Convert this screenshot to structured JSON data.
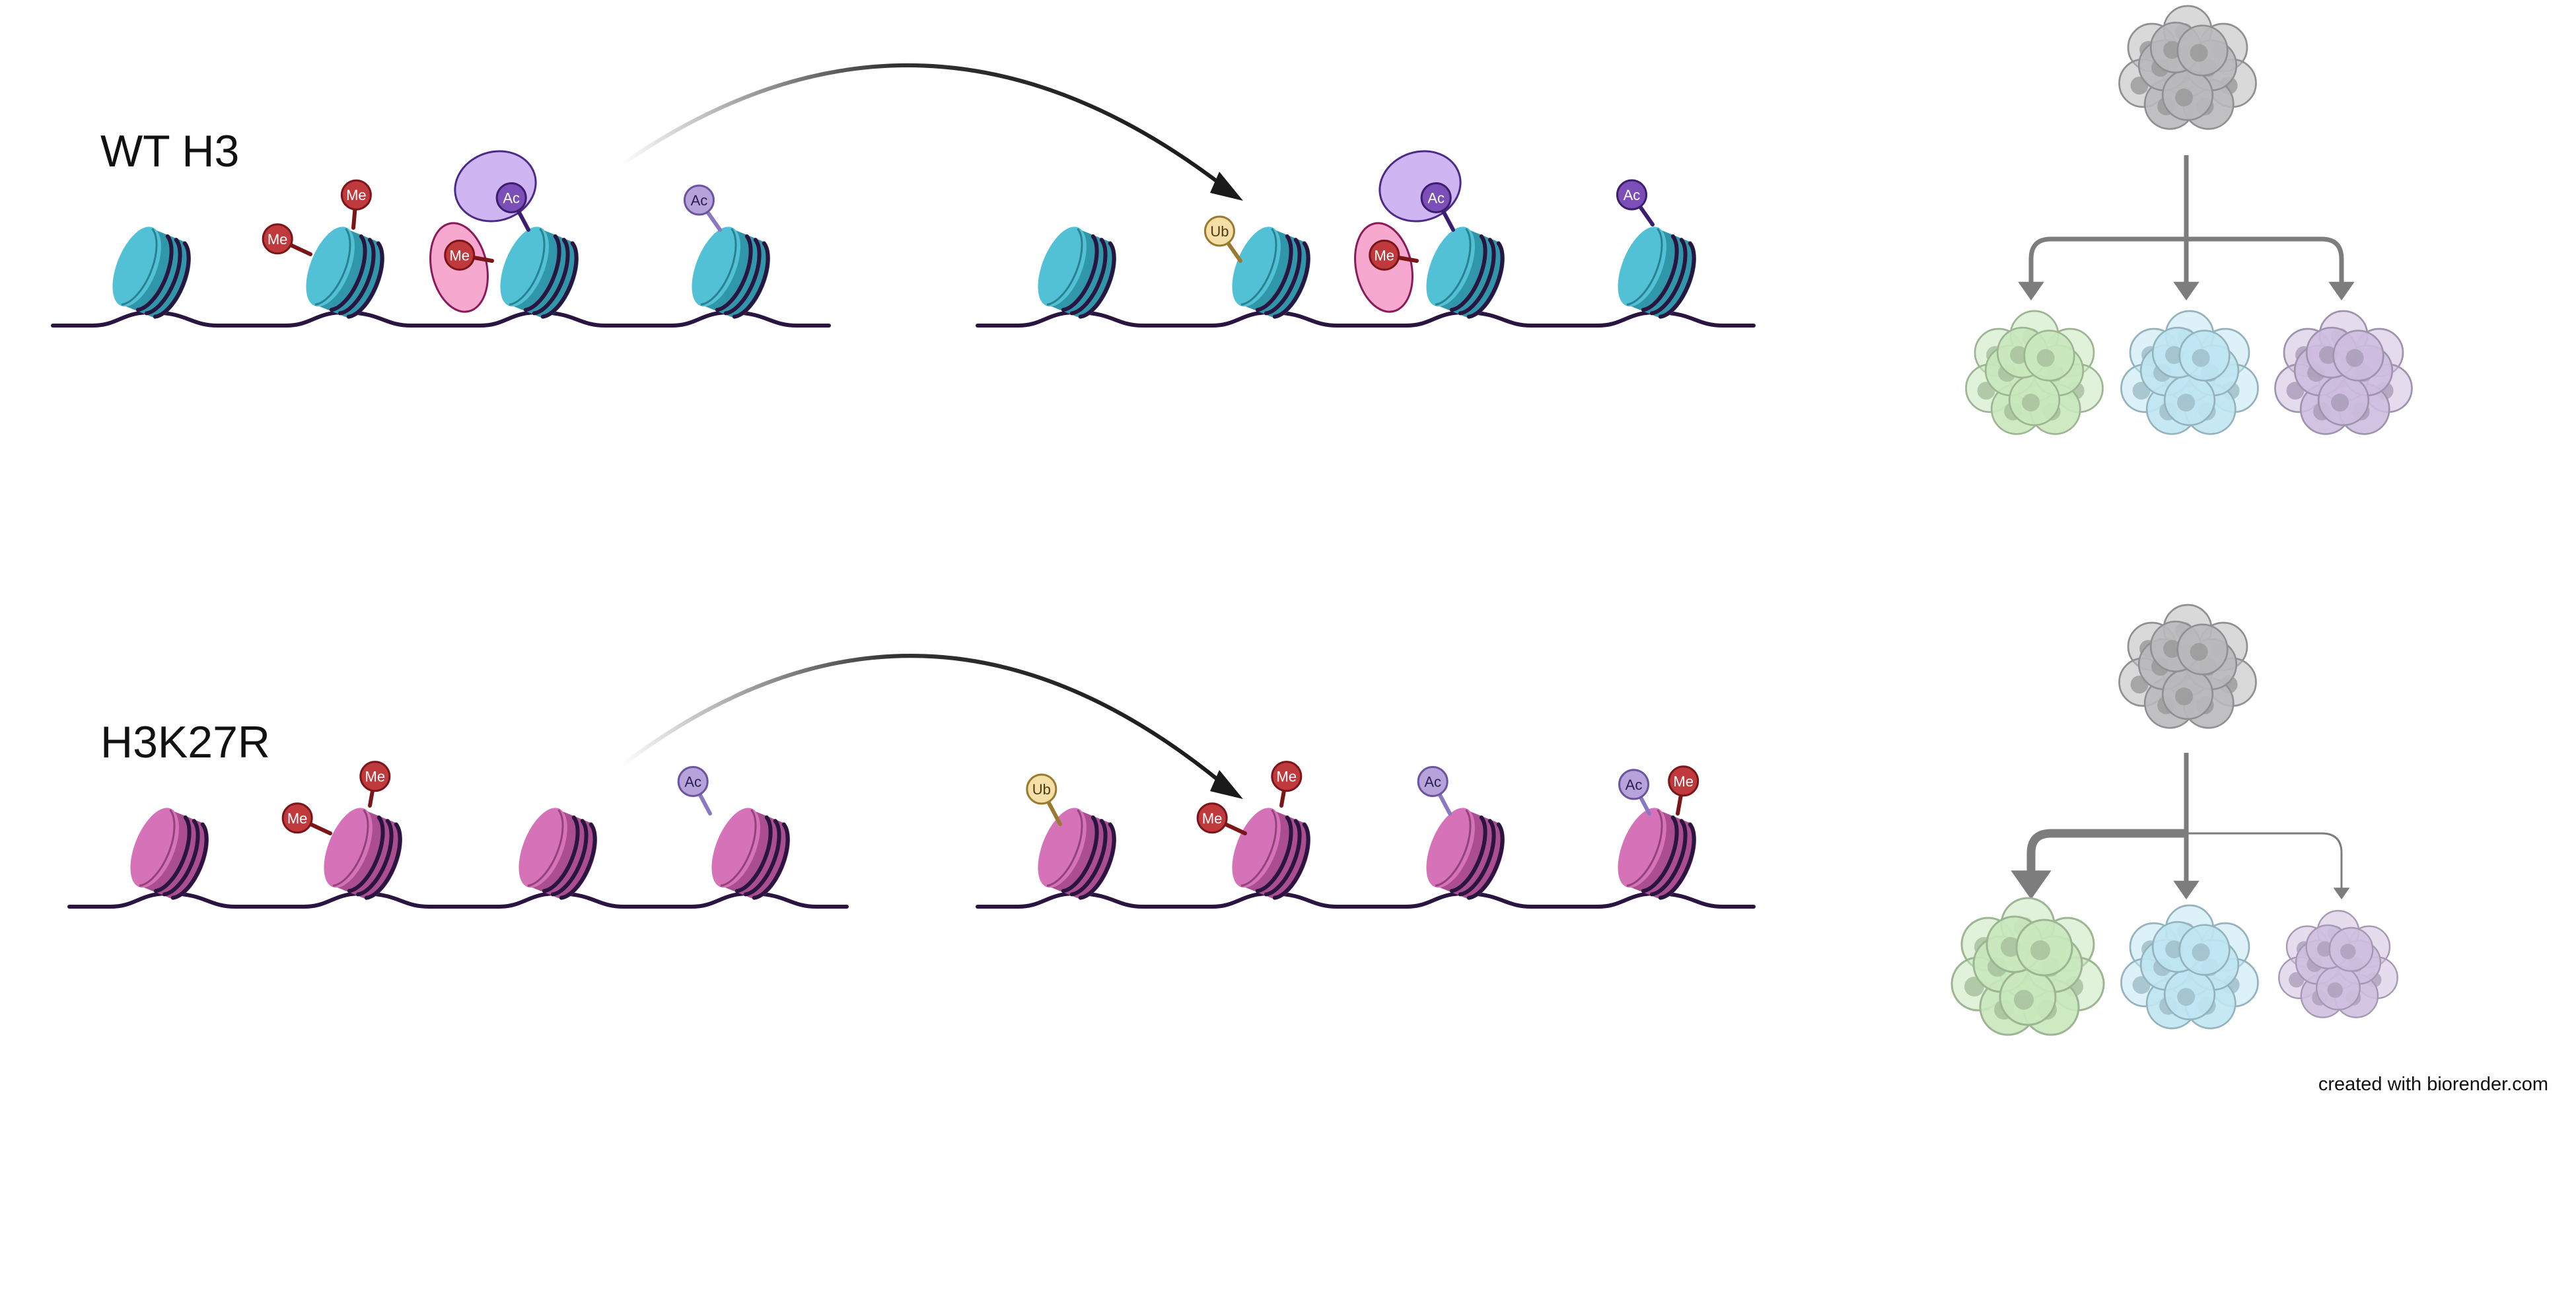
{
  "rows": [
    {
      "label": "WT H3"
    },
    {
      "label": "H3K27R"
    }
  ],
  "marks": {
    "methyl": "Me",
    "acetyl": "Ac",
    "ubiquitin": "Ub"
  },
  "credit": "created with biorender.com",
  "colors": {
    "wt_nucleosome": "#3bb8cf",
    "k27r_nucleosome": "#cf5fae",
    "dna": "#2a1440",
    "methyl": "#c0393c",
    "acetyl_dark": "#7c4fb8",
    "acetyl_light": "#b7a3da",
    "ubiquitin": "#f6dfa6",
    "reader_purple": "#cfb6f2",
    "reader_pink": "#f6a8cf",
    "arrow": "#1a1a1a",
    "lineage_arrow": "#7d7d7d",
    "progenitor_cells": "#b9b9bb",
    "green_cells": "#c9e8bd",
    "blue_cells": "#bfe5f2",
    "purple_cells": "#cdbddf"
  },
  "icons": [
    "nucleosome-icon",
    "reader-protein-icon",
    "cell-cluster-icon",
    "curved-arrow-icon",
    "branching-arrow-icon"
  ]
}
